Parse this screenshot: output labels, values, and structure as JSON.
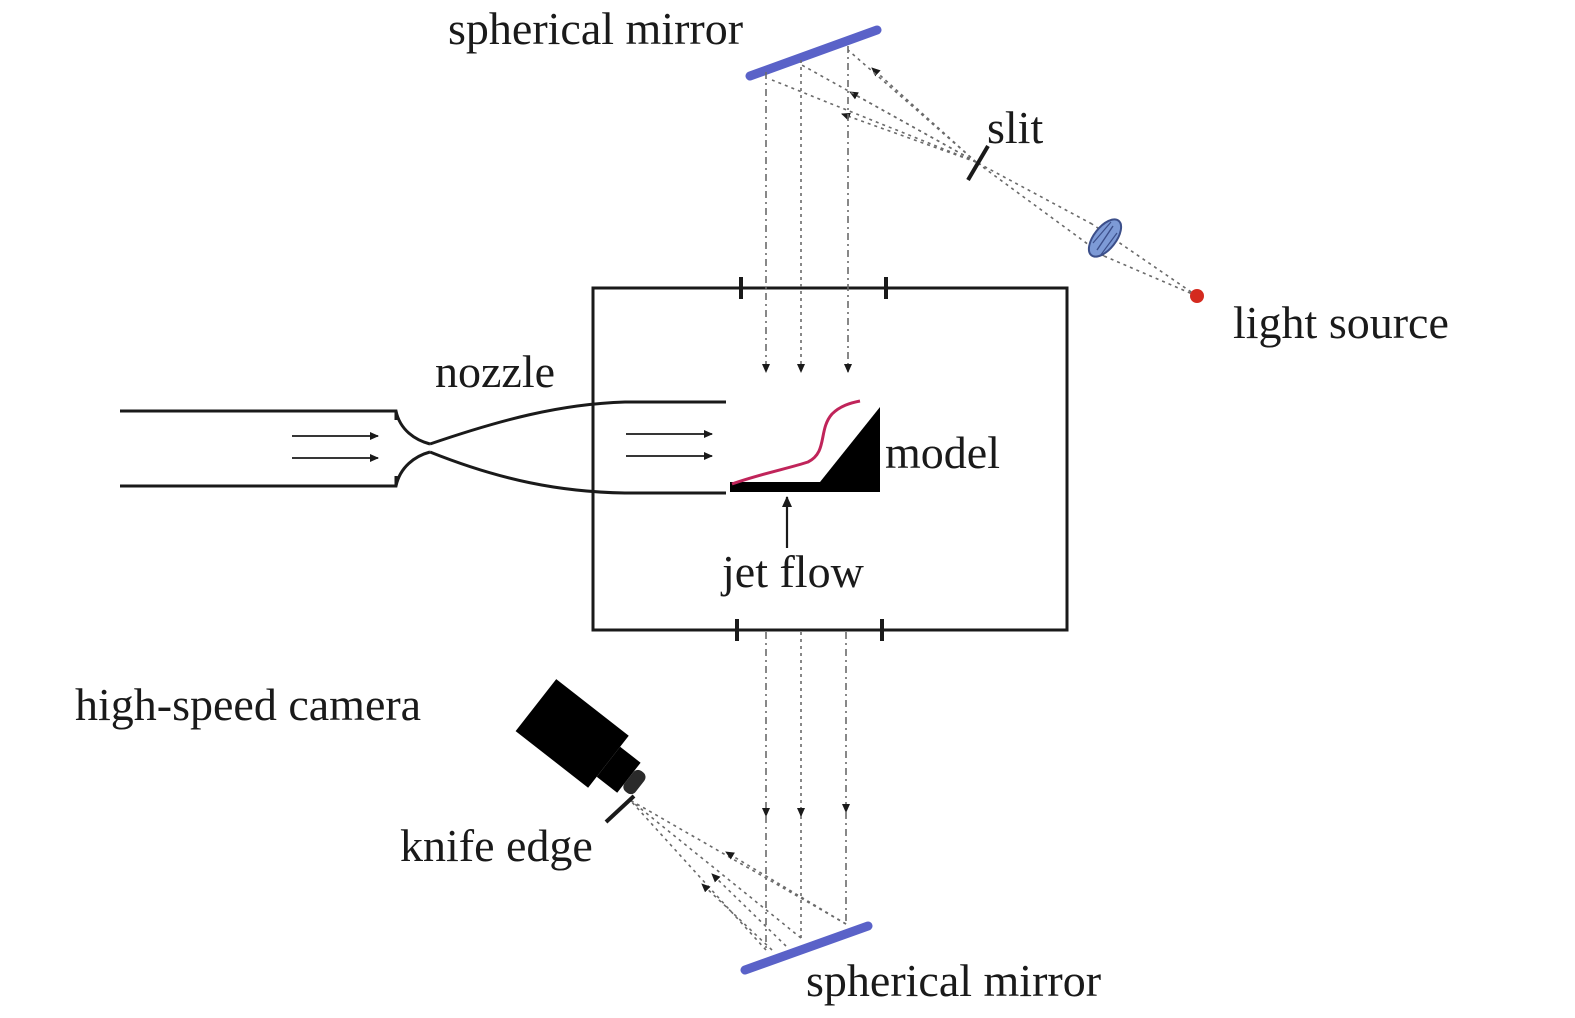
{
  "labels": {
    "top_mirror": "spherical mirror",
    "slit": "slit",
    "light_source": "light source",
    "nozzle": "nozzle",
    "model": "model",
    "jet_flow": "jet flow",
    "camera": "high-speed camera",
    "knife_edge": "knife edge",
    "bottom_mirror": "spherical mirror"
  },
  "colors": {
    "mirror": "#5a62c8",
    "lens": "#7d9ad6",
    "light_source": "#d42a1f",
    "jet_profile": "#c0245a",
    "lines": "#1a1a1a",
    "rays": "#6a6a6a"
  }
}
